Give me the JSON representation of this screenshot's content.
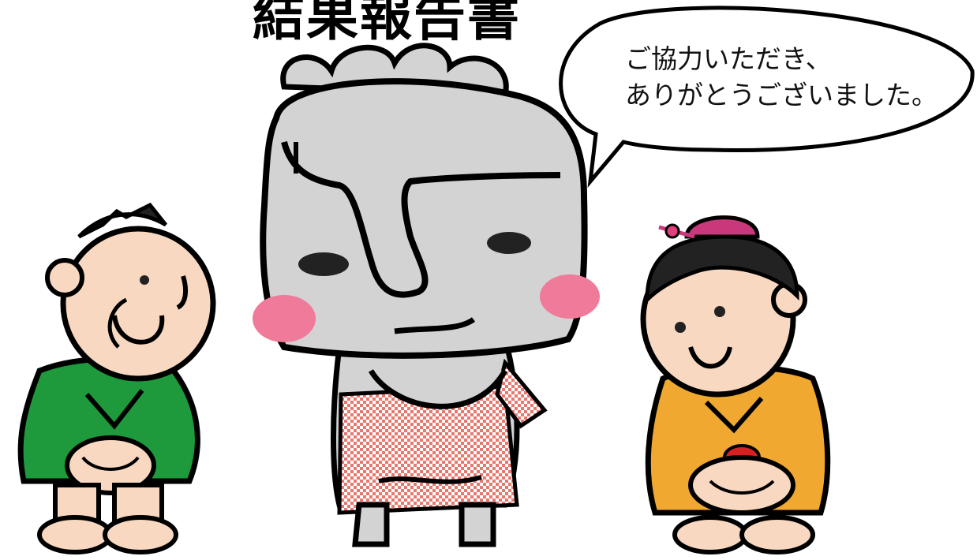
{
  "title": "結果報告書",
  "speech_bubble": {
    "line1": "ご協力いただき、",
    "line2": "ありがとうございました。"
  },
  "characters": {
    "left_boy": {
      "icon": "boy-character-icon",
      "kimono_color": "#1e9a3c",
      "skin_color": "#f8d8c0"
    },
    "center_statue": {
      "icon": "stone-statue-character-icon",
      "head_color": "#d3d3d3",
      "cheek_color": "#f07a9a",
      "apron_color": "#f2a0a0"
    },
    "right_girl": {
      "icon": "girl-character-icon",
      "kimono_color": "#f0a830",
      "skin_color": "#f8d8c0",
      "hair_ornament_color": "#c8387a"
    }
  }
}
